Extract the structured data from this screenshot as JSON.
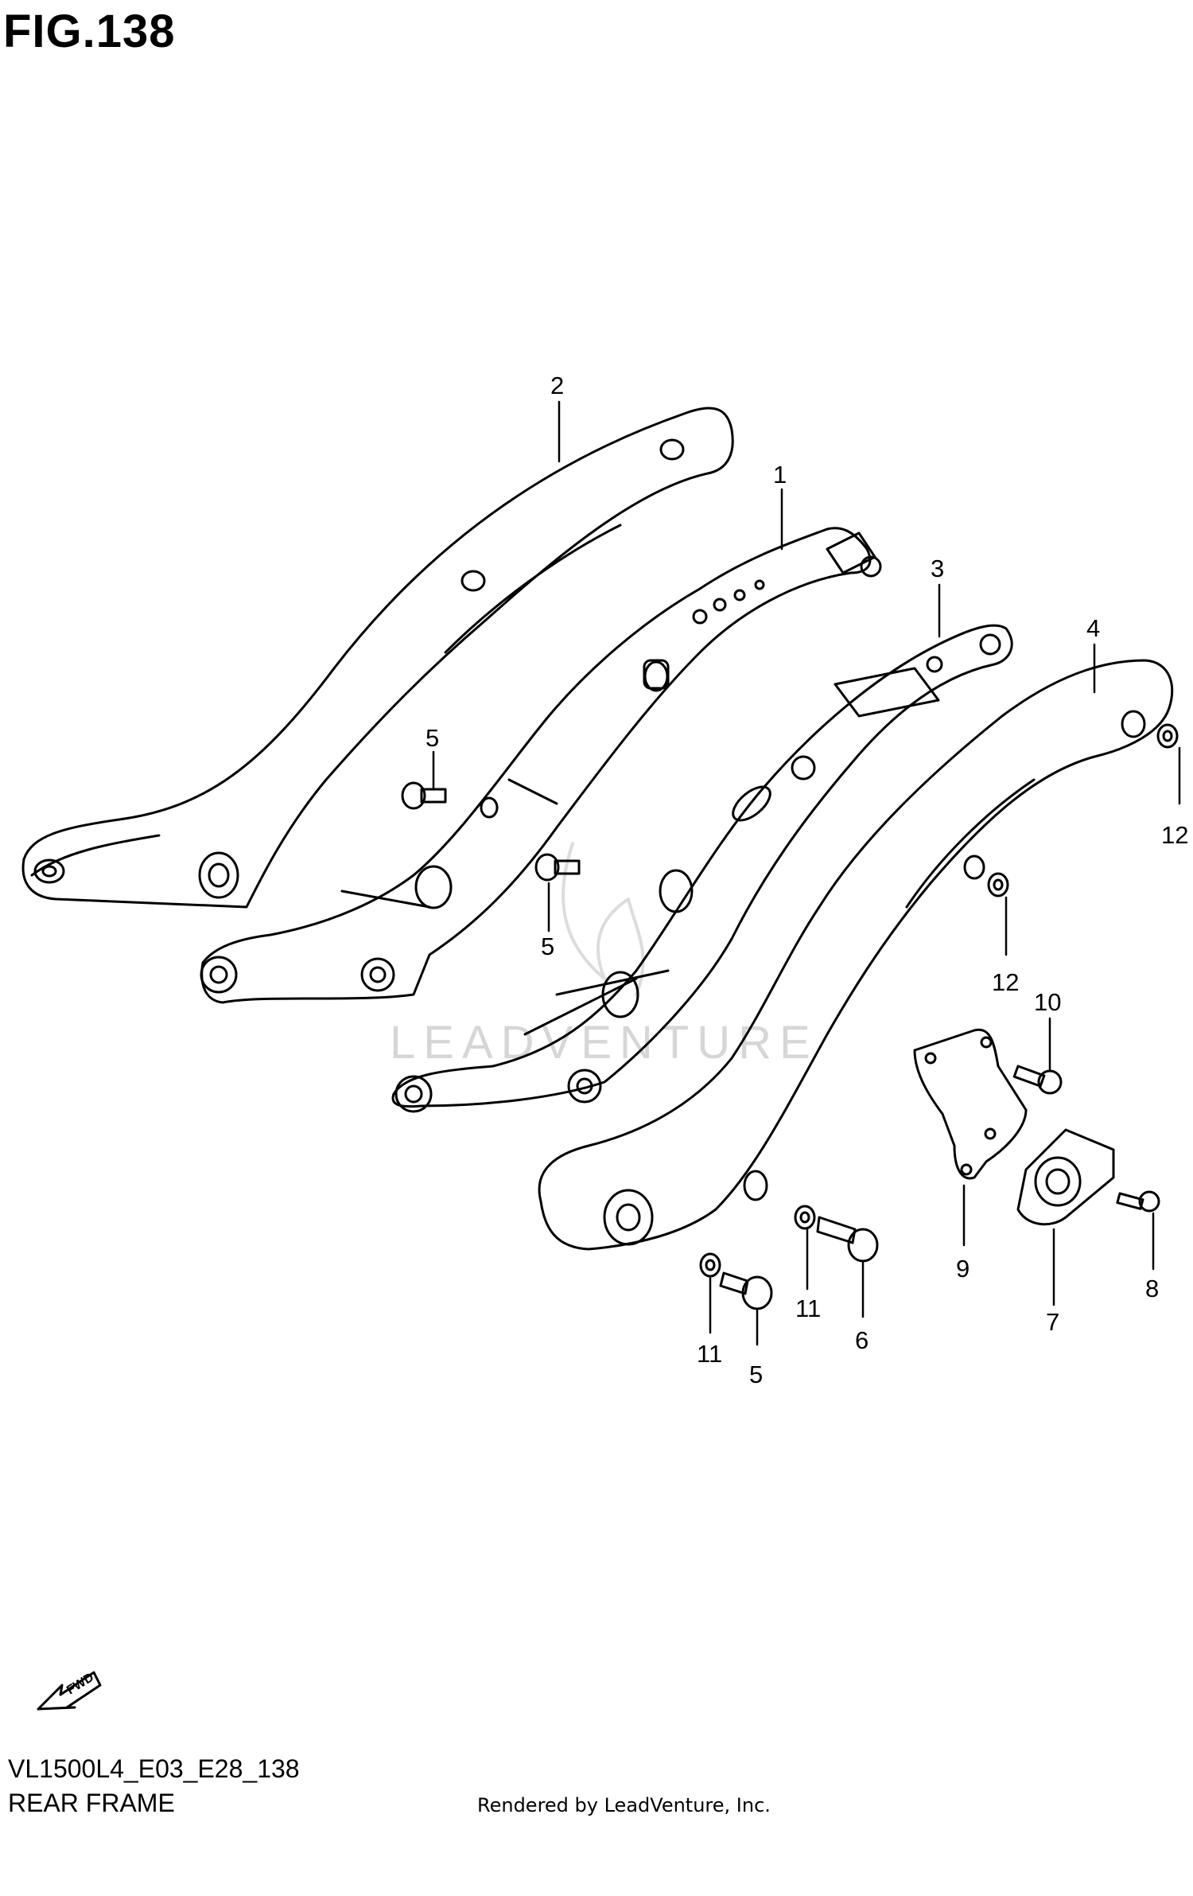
{
  "figure": {
    "title": "FIG.138"
  },
  "watermark": "LEADVENTURE",
  "callouts": [
    "1",
    "2",
    "3",
    "4",
    "5",
    "5",
    "5",
    "6",
    "7",
    "8",
    "9",
    "10",
    "11",
    "11",
    "12",
    "12"
  ],
  "fwd_label": "FWD",
  "footer": {
    "code": "VL1500L4_E03_E28_138",
    "name": "REAR FRAME",
    "credit": "Rendered by LeadVenture, Inc."
  }
}
